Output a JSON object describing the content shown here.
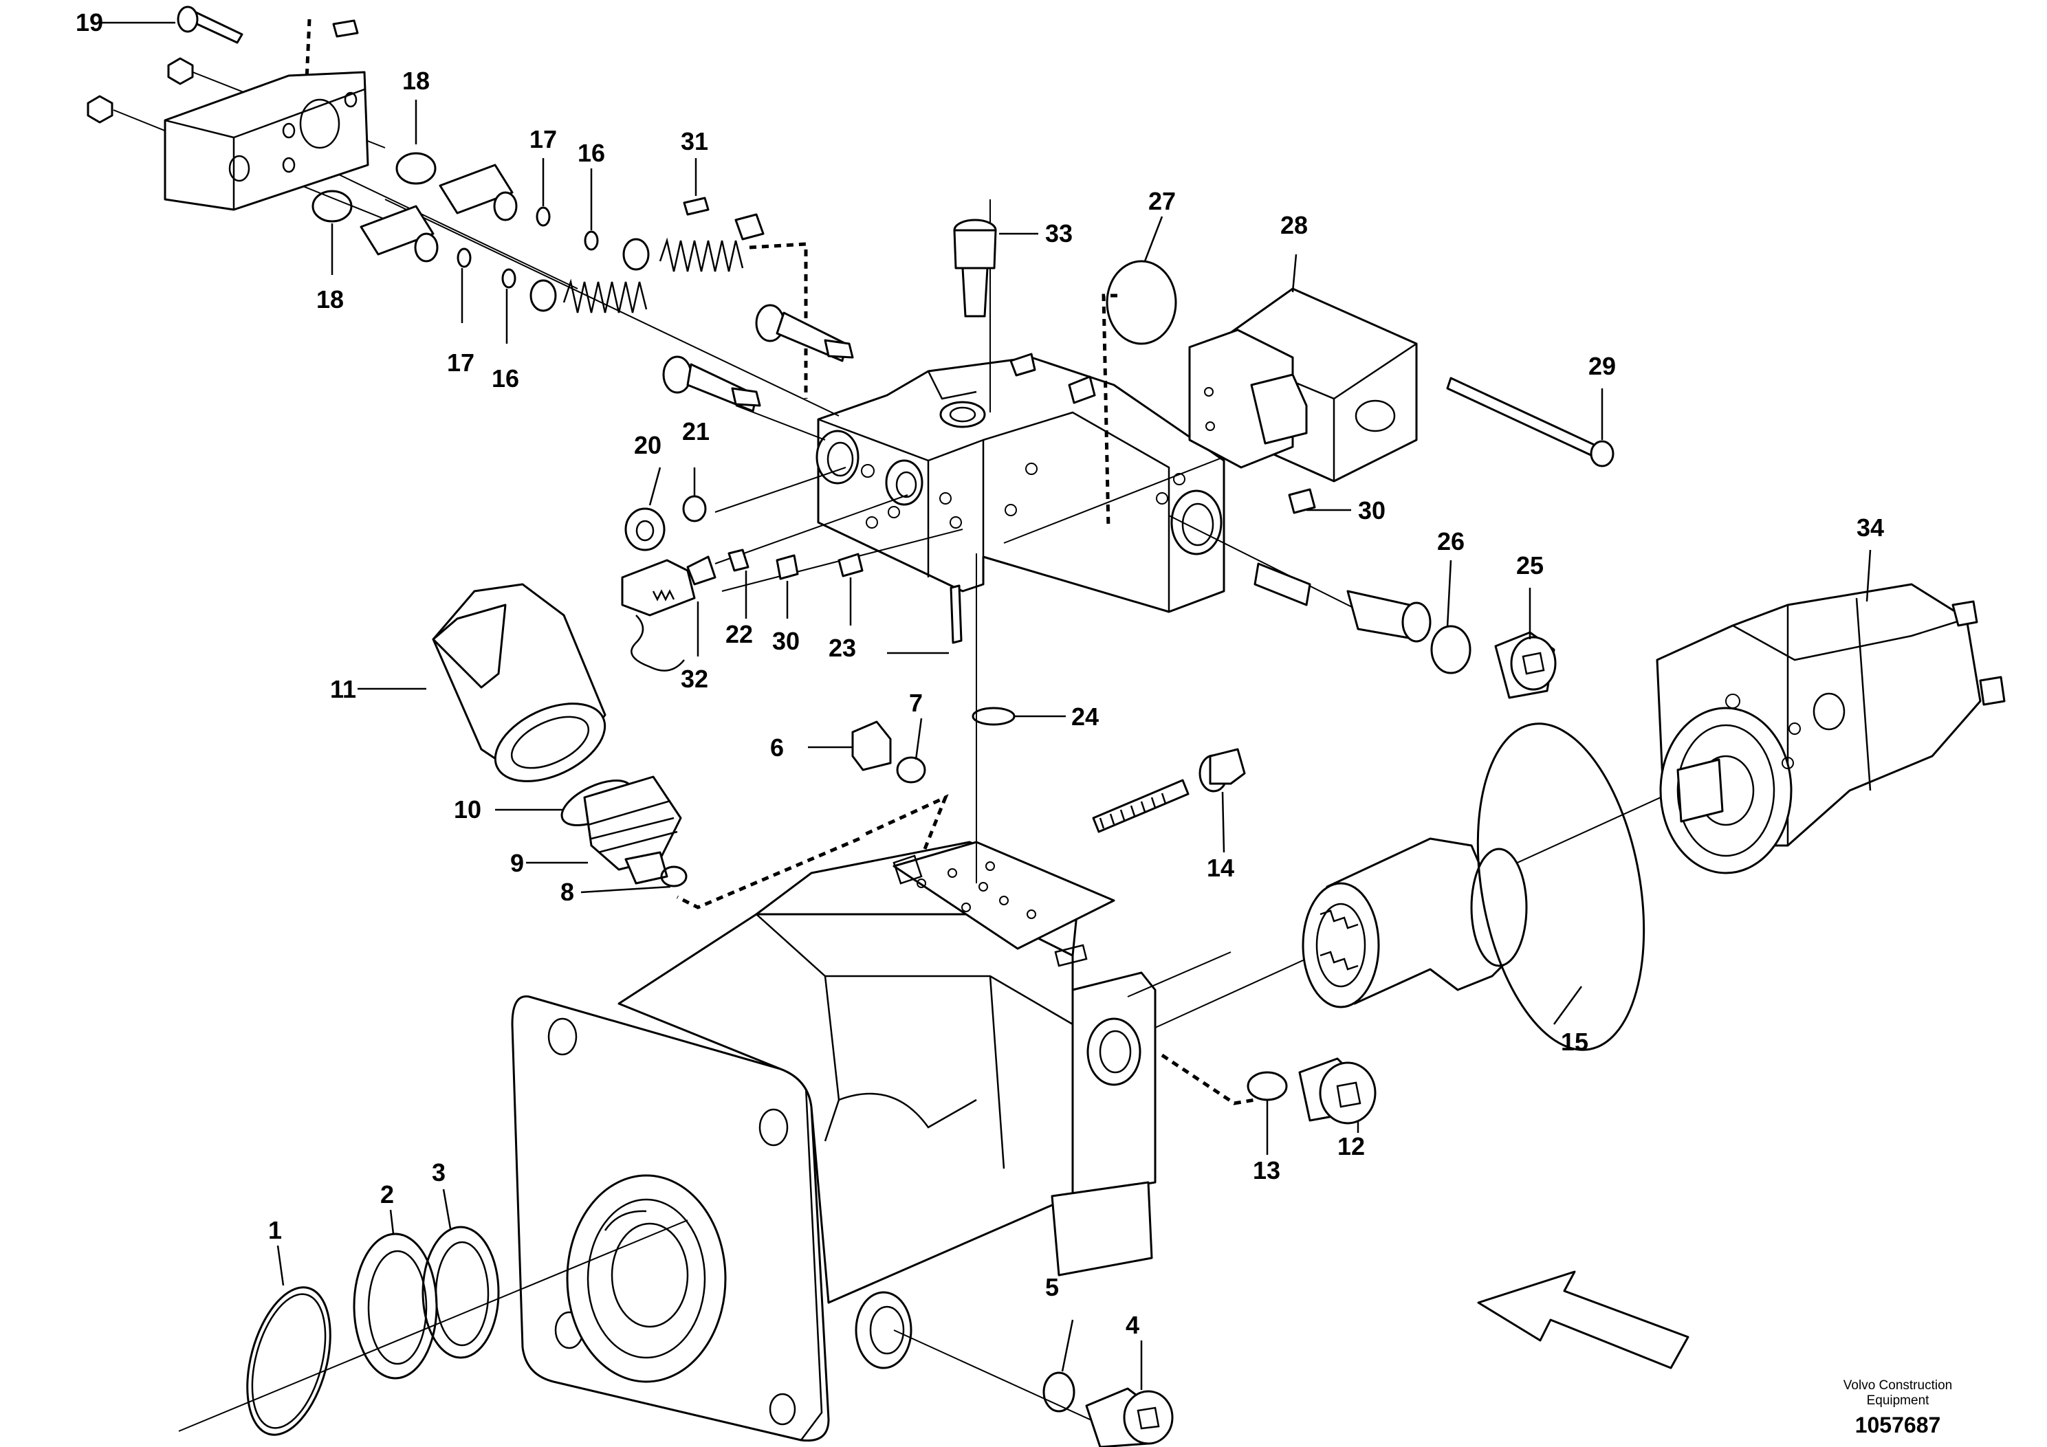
{
  "credit": {
    "line1": "Volvo Construction",
    "line2": "Equipment"
  },
  "document_number": "1057687",
  "callouts": {
    "c1": "1",
    "c2": "2",
    "c3": "3",
    "c4": "4",
    "c5": "5",
    "c6": "6",
    "c7": "7",
    "c8": "8",
    "c9": "9",
    "c10": "10",
    "c11": "11",
    "c12": "12",
    "c13": "13",
    "c14": "14",
    "c15": "15",
    "c16a": "16",
    "c16b": "16",
    "c17a": "17",
    "c17b": "17",
    "c18a": "18",
    "c18b": "18",
    "c19": "19",
    "c20": "20",
    "c21": "21",
    "c22": "22",
    "c23": "23",
    "c24": "24",
    "c25": "25",
    "c26": "26",
    "c27": "27",
    "c28": "28",
    "c29": "29",
    "c30a": "30",
    "c30b": "30",
    "c31": "31",
    "c32": "32",
    "c33": "33",
    "c34": "34"
  }
}
